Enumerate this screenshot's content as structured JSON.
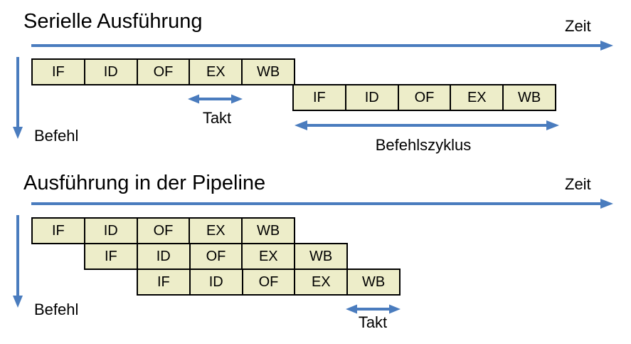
{
  "colors": {
    "background": "#FFFFFF",
    "box_fill": "#EDEDC9",
    "box_border": "#000000",
    "arrow": "#4A7CBE",
    "text": "#000000"
  },
  "serial": {
    "title": "Serielle Ausführung",
    "time_label": "Zeit",
    "instruction_label": "Befehl",
    "clock_label": "Takt",
    "cycle_label": "Befehlszyklus",
    "rows": [
      {
        "stages": [
          "IF",
          "ID",
          "OF",
          "EX",
          "WB"
        ]
      },
      {
        "stages": [
          "IF",
          "ID",
          "OF",
          "EX",
          "WB"
        ]
      }
    ]
  },
  "pipeline": {
    "title": "Ausführung in der Pipeline",
    "time_label": "Zeit",
    "instruction_label": "Befehl",
    "clock_label": "Takt",
    "rows": [
      {
        "stages": [
          "IF",
          "ID",
          "OF",
          "EX",
          "WB"
        ]
      },
      {
        "stages": [
          "IF",
          "ID",
          "OF",
          "EX",
          "WB"
        ]
      },
      {
        "stages": [
          "IF",
          "ID",
          "OF",
          "EX",
          "WB"
        ]
      }
    ]
  }
}
